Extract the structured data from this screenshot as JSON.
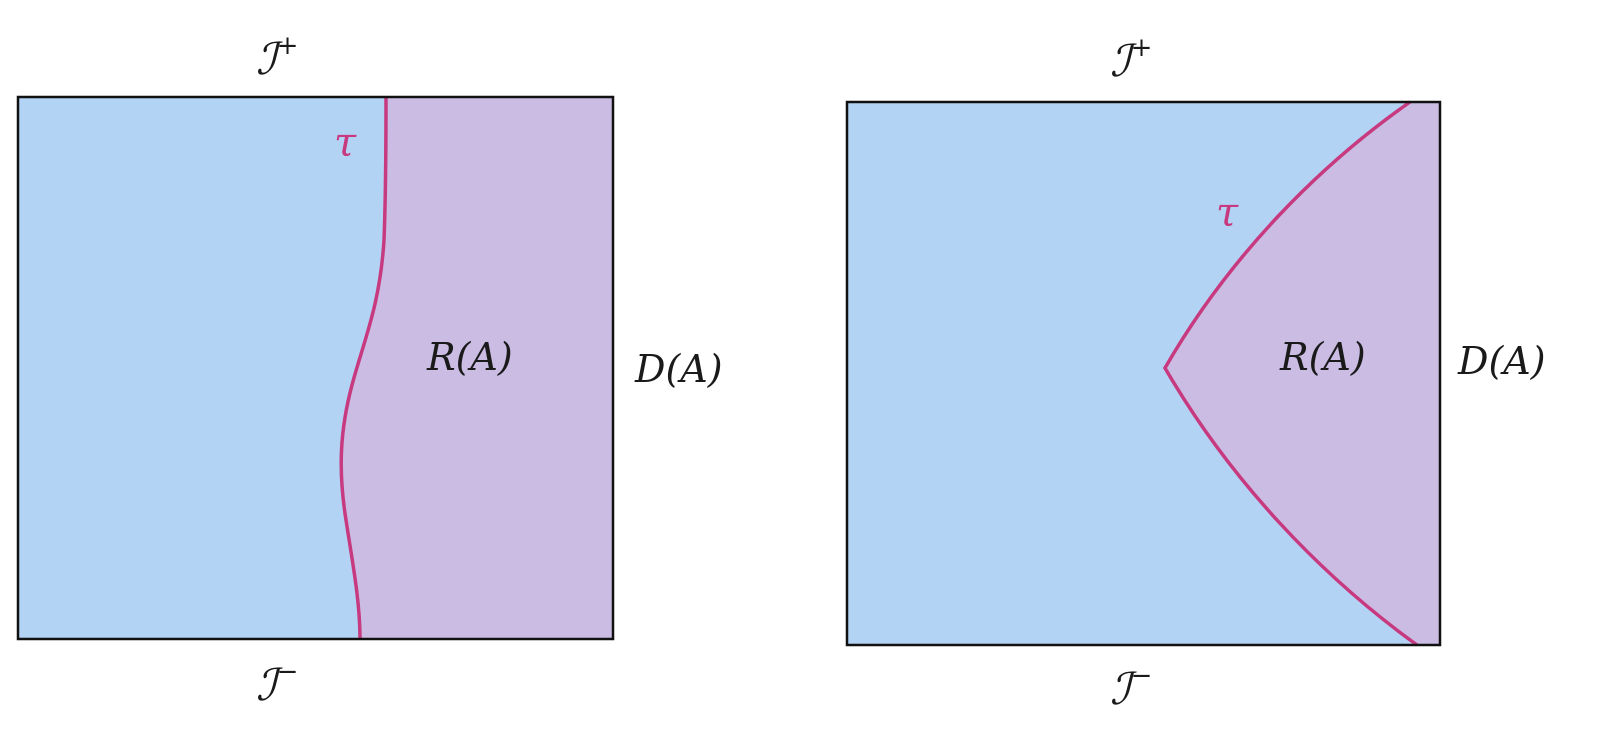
{
  "colors": {
    "outside": "#b3d3f5",
    "region": "#cbbce3",
    "curve": "#c73a80",
    "border": "#111111"
  },
  "left": {
    "top_label_base": "ℐ",
    "top_label_sup": "+",
    "bottom_label_base": "ℐ",
    "bottom_label_sup": "−",
    "curve_label": "τ",
    "region_label": "R(A)",
    "side_label": "D(A)"
  },
  "right": {
    "top_label_base": "ℐ",
    "top_label_sup": "+",
    "bottom_label_base": "ℐ",
    "bottom_label_sup": "−",
    "curve_label": "τ",
    "region_label": "R(A)",
    "side_label": "D(A)"
  }
}
